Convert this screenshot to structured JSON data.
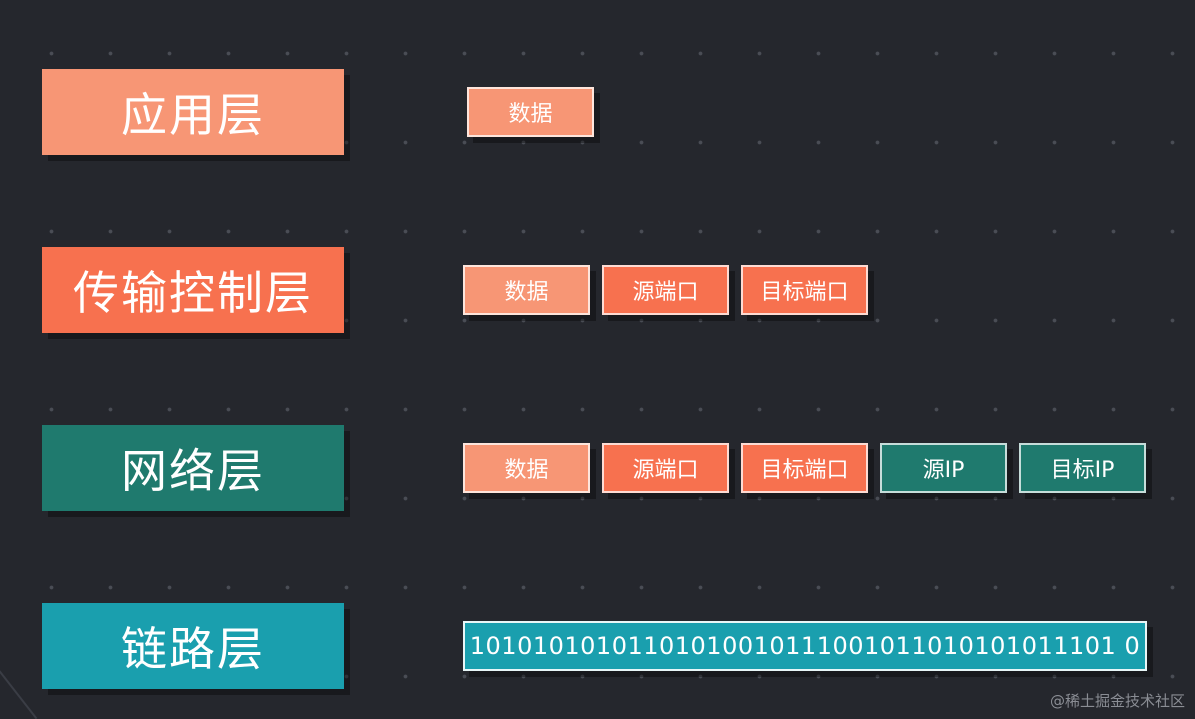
{
  "layers": {
    "application": "应用层",
    "transport": "传输控制层",
    "network": "网络层",
    "link": "链路层"
  },
  "rows": {
    "application": {
      "data": "数据"
    },
    "transport": {
      "data": "数据",
      "src_port": "源端口",
      "dst_port": "目标端口"
    },
    "network": {
      "data": "数据",
      "src_port": "源端口",
      "dst_port": "目标端口",
      "src_ip": "源IP",
      "dst_ip": "目标IP"
    },
    "link": {
      "bits": "10101010101101010010111001011010101011101 0"
    }
  },
  "watermark": "@稀土掘金技术社区",
  "colors": {
    "background": "#25272d",
    "application": "#f79675",
    "transport": "#f7714f",
    "network": "#1f7a6e",
    "link": "#1a9fae"
  }
}
